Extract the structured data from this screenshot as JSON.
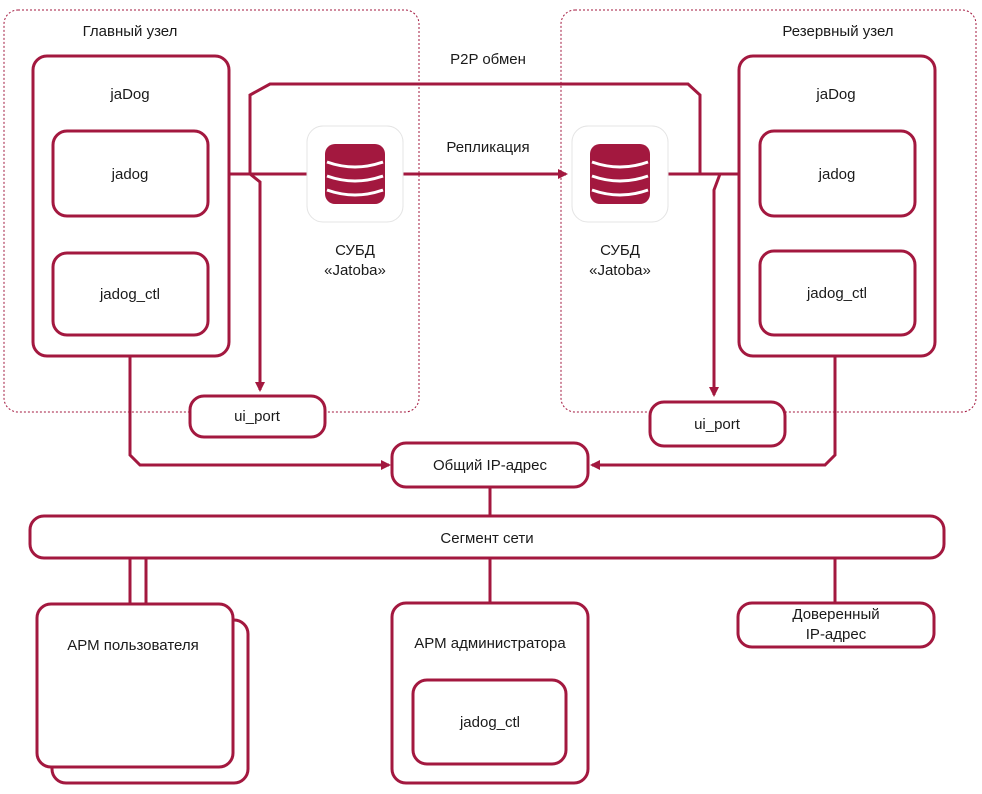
{
  "main_node": {
    "title": "Главный узел",
    "container": "jaDog",
    "process": "jadog",
    "control": "jadog_ctl",
    "port": "ui_port",
    "db_name": "СУБД",
    "db_product": "«Jatoba»"
  },
  "backup_node": {
    "title": "Резервный узел",
    "container": "jaDog",
    "process": "jadog",
    "control": "jadog_ctl",
    "port": "ui_port",
    "db_name": "СУБД",
    "db_product": "«Jatoba»"
  },
  "links": {
    "p2p": "P2P обмен",
    "replication": "Репликация"
  },
  "shared_ip": "Общий IP-адрес",
  "network_segment": "Сегмент сети",
  "user_workstation": "АРМ пользователя",
  "admin_workstation": {
    "title": "АРМ администратора",
    "control": "jadog_ctl"
  },
  "trusted_ip": {
    "line1": "Доверенный",
    "line2": "IP-адрес"
  },
  "colors": {
    "accent": "#a3183f",
    "text": "#1a1a1a",
    "background": "#ffffff"
  },
  "icons": [
    "database-icon",
    "arrow-head"
  ]
}
